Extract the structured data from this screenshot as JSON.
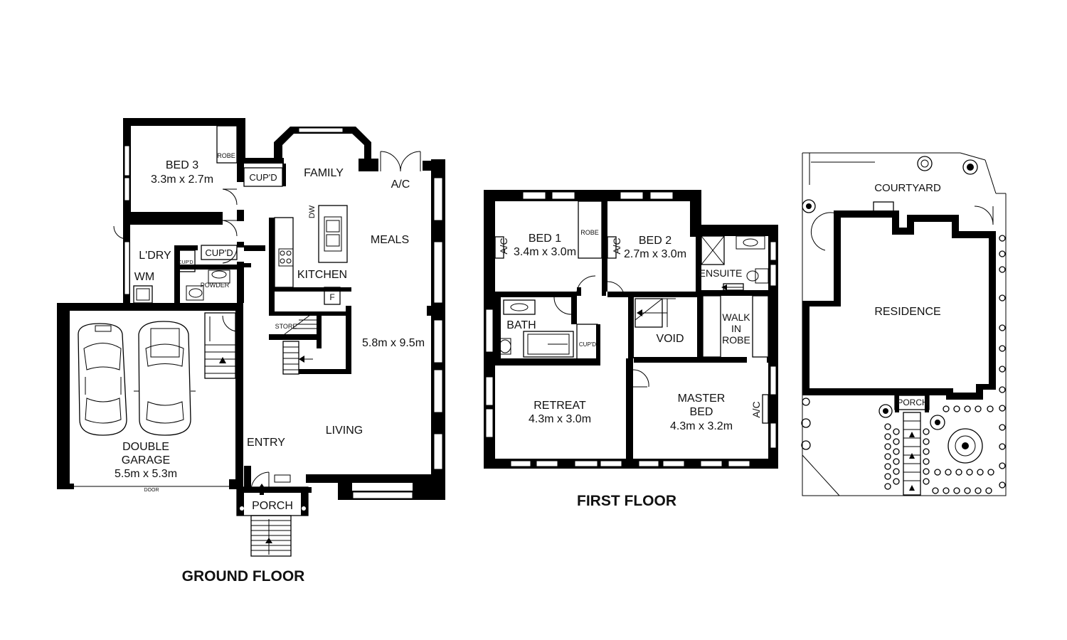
{
  "ground_floor": {
    "title": "GROUND FLOOR",
    "rooms": {
      "bed3": "BED 3",
      "bed3_size": "3.3m x 2.7m",
      "robe": "ROBE",
      "cupd1": "CUP'D",
      "family": "FAMILY",
      "ac": "A/C",
      "meals": "MEALS",
      "dw": "DW",
      "kitchen": "KITCHEN",
      "laundry": "L'DRY",
      "cupd2": "CUP'D",
      "cupd3": "CUP'D",
      "wm": "WM",
      "powder": "POWDER",
      "fridge": "F",
      "store": "STORE",
      "open_size": "5.8m x 9.5m",
      "living": "LIVING",
      "entry": "ENTRY",
      "garage_line1": "DOUBLE",
      "garage_line2": "GARAGE",
      "garage_size": "5.5m x 5.3m",
      "door": "DOOR",
      "porch": "PORCH"
    }
  },
  "first_floor": {
    "title": "FIRST FLOOR",
    "rooms": {
      "bed1": "BED 1",
      "bed1_size": "3.4m x 3.0m",
      "robe": "ROBE",
      "ac1": "A/C",
      "bed2": "BED 2",
      "bed2_size": "2.7m x 3.0m",
      "ac2": "A/C",
      "ensuite": "ENSUITE",
      "bath": "BATH",
      "cupd": "CUP'D",
      "void": "VOID",
      "walkin_line1": "WALK",
      "walkin_line2": "IN",
      "walkin_line3": "ROBE",
      "retreat": "RETREAT",
      "retreat_size": "4.3m x 3.0m",
      "master_line1": "MASTER",
      "master_line2": "BED",
      "master_size": "4.3m x 3.2m",
      "ac3": "A/C"
    }
  },
  "site_plan": {
    "courtyard": "COURTYARD",
    "residence": "RESIDENCE",
    "porch": "PORCH"
  }
}
